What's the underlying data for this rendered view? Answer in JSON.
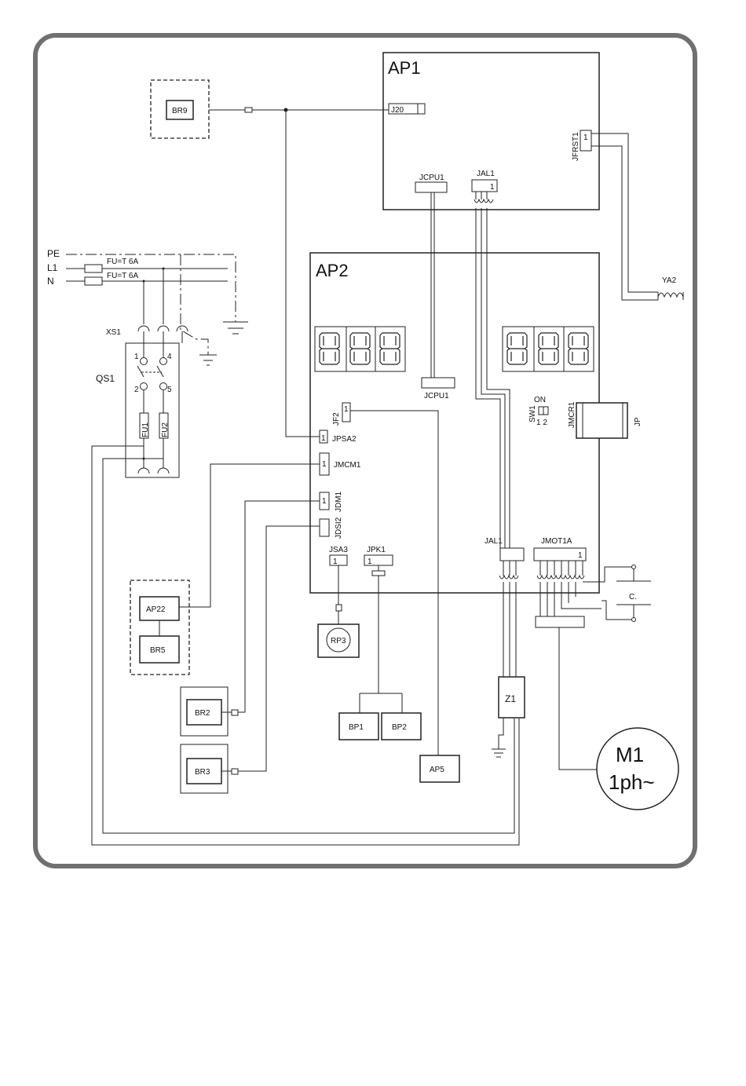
{
  "boards": {
    "ap1": "AP1",
    "ap2": "AP2"
  },
  "components": {
    "br9": "BR9",
    "ap22": "AP22",
    "br5": "BR5",
    "br2": "BR2",
    "br3": "BR3",
    "rp3": "RP3",
    "bp1": "BP1",
    "bp2": "BP2",
    "ap5": "AP5",
    "z1": "Z1",
    "m1_line1": "M1",
    "m1_line2": "1ph~",
    "ya2": "YA2",
    "capacitor": "C.",
    "jumper": "JP"
  },
  "connectors": {
    "j20": "J20",
    "jcpu1_top": "JCPU1",
    "jcpu1_bottom": "JCPU1",
    "jal1_top": "JAL1",
    "jal1_bottom": "JAL1",
    "jfrst1": "JFRST1",
    "jf2": "JF2",
    "jpsa2": "JPSA2",
    "jmcm1": "JMCM1",
    "jdm1": "JDM1",
    "jdsi2": "JDSI2",
    "jsa3": "JSA3",
    "jpk1": "JPK1",
    "jmot1a": "JMOT1A",
    "sw1": "SW1",
    "on": "ON",
    "jmcr1": "JMCR1",
    "pin1": "1",
    "sw1_pins": "1  2"
  },
  "power": {
    "pe": "PE",
    "l1": "L1",
    "n": "N",
    "fuse_l1": "FU=T 6A",
    "fuse_n": "FU=T 6A",
    "xs1": "XS1",
    "qs1": "QS1",
    "fu1": "FU1",
    "fu2": "FU2",
    "t1": "1",
    "t2": "2",
    "t4": "4",
    "t5": "5"
  },
  "displays": [
    {
      "name": "display-left",
      "digits": [
        "8",
        "8",
        "8"
      ]
    },
    {
      "name": "display-right",
      "digits": [
        "8",
        "8",
        "8"
      ]
    }
  ]
}
